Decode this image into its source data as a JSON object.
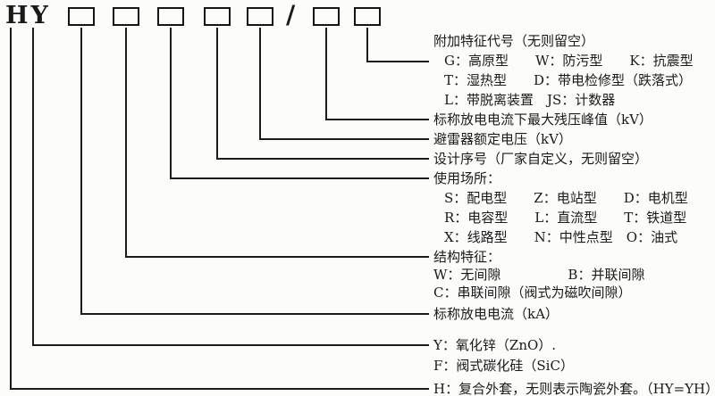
{
  "diagram": {
    "code": {
      "prefix": "HY",
      "separator": "/"
    },
    "labels": {
      "additional": {
        "title": "附加特征代号（无则留空）",
        "row1": "G：高原型　　W：防污型　　K：抗震型",
        "row2": "T：湿热型　　D：带电检修型（跌落式）",
        "row3": "L：带脱离装置　JS：计数器",
        "row_y": [
          "36",
          "58",
          "80",
          "102"
        ]
      },
      "residual_voltage": "标称放电电流下最大残压峰值（kV）",
      "rated_voltage": "避雷器额定电压（kV）",
      "design_serial": "设计序号（厂家自定义，无则留空）",
      "application": {
        "title": "使用场所：",
        "row1": "S：配电型　　Z：电站型　　D：电机型",
        "row2": "R：电容型　　L：直流型　　T：铁道型",
        "row3": "X：线路型　　N：中性点型　O：油式"
      },
      "structure": {
        "title": "结构特征：",
        "row1": "W：无间隙　　　　　B：并联间隙",
        "row2": "C：串联间隙（阀式为磁吹间隙）"
      },
      "discharge_current": "标称放电电流（kA）",
      "material": {
        "row1": "Y：氧化锌（ZnO）.",
        "row2": "F：阀式碳化硅（SiC）"
      },
      "housing": "H：复合外套，无则表示陶瓷外套。（HY=YH）"
    }
  }
}
